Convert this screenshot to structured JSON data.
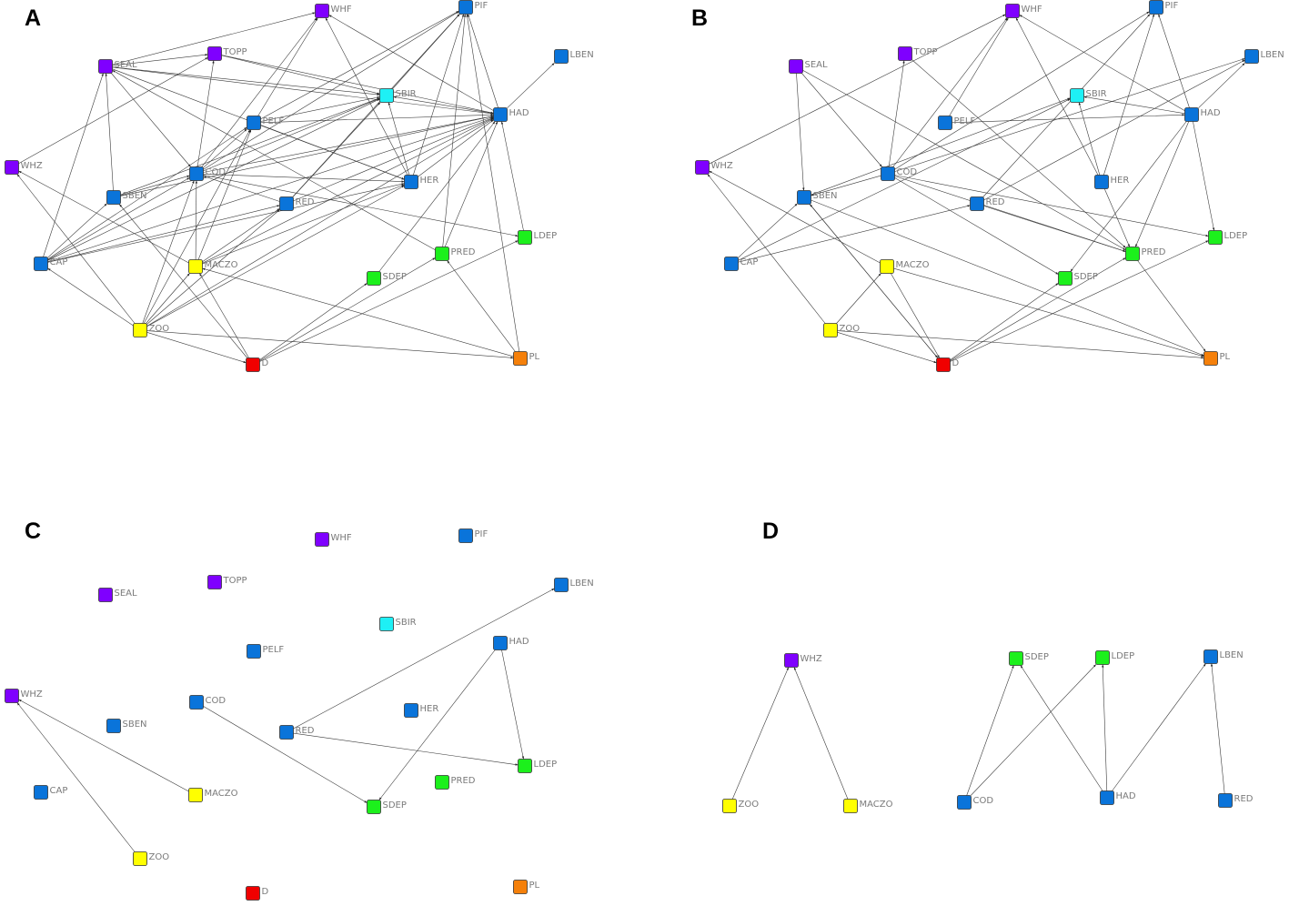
{
  "colors": {
    "purple": "#7F00FF",
    "blue": "#0A74DA",
    "cyan": "#1EF0F5",
    "yellow": "#FFFF00",
    "green": "#1CF01C",
    "red": "#F00000",
    "orange": "#F5800A",
    "edge": "#3a3a3a",
    "label": "#7a7a7a"
  },
  "panels": [
    {
      "letter": "A",
      "nodes": [
        {
          "id": "WHF",
          "color": "purple"
        },
        {
          "id": "PIF",
          "color": "blue"
        },
        {
          "id": "TOPP",
          "color": "purple"
        },
        {
          "id": "SEAL",
          "color": "purple"
        },
        {
          "id": "LBEN",
          "color": "blue"
        },
        {
          "id": "SBIR",
          "color": "cyan"
        },
        {
          "id": "HAD",
          "color": "blue"
        },
        {
          "id": "PELF",
          "color": "blue"
        },
        {
          "id": "WHZ",
          "color": "purple"
        },
        {
          "id": "COD",
          "color": "blue"
        },
        {
          "id": "HER",
          "color": "blue"
        },
        {
          "id": "SBEN",
          "color": "blue"
        },
        {
          "id": "RED",
          "color": "blue"
        },
        {
          "id": "LDEP",
          "color": "green"
        },
        {
          "id": "CAP",
          "color": "blue"
        },
        {
          "id": "PRED",
          "color": "green"
        },
        {
          "id": "MACZO",
          "color": "yellow"
        },
        {
          "id": "SDEP",
          "color": "green"
        },
        {
          "id": "ZOO",
          "color": "yellow"
        },
        {
          "id": "D",
          "color": "red"
        },
        {
          "id": "PL",
          "color": "orange"
        }
      ],
      "edges": [
        [
          "SEAL",
          "TOPP"
        ],
        [
          "SEAL",
          "WHF"
        ],
        [
          "SEAL",
          "SBIR"
        ],
        [
          "SEAL",
          "HAD"
        ],
        [
          "SEAL",
          "HER"
        ],
        [
          "SEAL",
          "COD"
        ],
        [
          "TOPP",
          "SBIR"
        ],
        [
          "TOPP",
          "HAD"
        ],
        [
          "PELF",
          "WHF"
        ],
        [
          "PELF",
          "PIF"
        ],
        [
          "PELF",
          "SBIR"
        ],
        [
          "PELF",
          "HAD"
        ],
        [
          "PELF",
          "HER"
        ],
        [
          "COD",
          "WHF"
        ],
        [
          "COD",
          "PIF"
        ],
        [
          "COD",
          "PELF"
        ],
        [
          "COD",
          "SBIR"
        ],
        [
          "COD",
          "HAD"
        ],
        [
          "COD",
          "HER"
        ],
        [
          "COD",
          "TOPP"
        ],
        [
          "COD",
          "LDEP"
        ],
        [
          "HER",
          "WHF"
        ],
        [
          "HER",
          "PIF"
        ],
        [
          "HER",
          "SBIR"
        ],
        [
          "HER",
          "HAD"
        ],
        [
          "HAD",
          "WHF"
        ],
        [
          "HAD",
          "PIF"
        ],
        [
          "HAD",
          "LBEN"
        ],
        [
          "HAD",
          "SBIR"
        ],
        [
          "SBIR",
          "PIF"
        ],
        [
          "SBEN",
          "SEAL"
        ],
        [
          "SBEN",
          "COD"
        ],
        [
          "SBEN",
          "SBIR"
        ],
        [
          "SBEN",
          "HAD"
        ],
        [
          "RED",
          "SBIR"
        ],
        [
          "RED",
          "HAD"
        ],
        [
          "RED",
          "COD"
        ],
        [
          "RED",
          "PIF"
        ],
        [
          "WHZ",
          "TOPP"
        ],
        [
          "CAP",
          "SEAL"
        ],
        [
          "CAP",
          "SBEN"
        ],
        [
          "CAP",
          "COD"
        ],
        [
          "CAP",
          "PELF"
        ],
        [
          "CAP",
          "RED"
        ],
        [
          "CAP",
          "HER"
        ],
        [
          "CAP",
          "HAD"
        ],
        [
          "CAP",
          "SBIR"
        ],
        [
          "MACZO",
          "WHZ"
        ],
        [
          "MACZO",
          "COD"
        ],
        [
          "MACZO",
          "PELF"
        ],
        [
          "MACZO",
          "HER"
        ],
        [
          "MACZO",
          "HAD"
        ],
        [
          "MACZO",
          "RED"
        ],
        [
          "ZOO",
          "CAP"
        ],
        [
          "ZOO",
          "WHZ"
        ],
        [
          "ZOO",
          "COD"
        ],
        [
          "ZOO",
          "MACZO"
        ],
        [
          "ZOO",
          "PELF"
        ],
        [
          "ZOO",
          "RED"
        ],
        [
          "ZOO",
          "HER"
        ],
        [
          "ZOO",
          "HAD"
        ],
        [
          "ZOO",
          "PL"
        ],
        [
          "ZOO",
          "D"
        ],
        [
          "D",
          "MACZO"
        ],
        [
          "D",
          "SBEN"
        ],
        [
          "D",
          "SDEP"
        ],
        [
          "D",
          "PRED"
        ],
        [
          "D",
          "LDEP"
        ],
        [
          "PRED",
          "PIF"
        ],
        [
          "PRED",
          "HAD"
        ],
        [
          "PRED",
          "SEAL"
        ],
        [
          "SDEP",
          "HAD"
        ],
        [
          "LDEP",
          "HAD"
        ],
        [
          "PL",
          "PRED"
        ],
        [
          "PL",
          "MACZO"
        ],
        [
          "PL",
          "PIF"
        ]
      ]
    },
    {
      "letter": "B",
      "nodes": [
        {
          "id": "WHF",
          "color": "purple"
        },
        {
          "id": "PIF",
          "color": "blue"
        },
        {
          "id": "TOPP",
          "color": "purple"
        },
        {
          "id": "SEAL",
          "color": "purple"
        },
        {
          "id": "LBEN",
          "color": "blue"
        },
        {
          "id": "SBIR",
          "color": "cyan"
        },
        {
          "id": "HAD",
          "color": "blue"
        },
        {
          "id": "PELF",
          "color": "blue"
        },
        {
          "id": "WHZ",
          "color": "purple"
        },
        {
          "id": "COD",
          "color": "blue"
        },
        {
          "id": "HER",
          "color": "blue"
        },
        {
          "id": "SBEN",
          "color": "blue"
        },
        {
          "id": "RED",
          "color": "blue"
        },
        {
          "id": "LDEP",
          "color": "green"
        },
        {
          "id": "CAP",
          "color": "blue"
        },
        {
          "id": "PRED",
          "color": "green"
        },
        {
          "id": "MACZO",
          "color": "yellow"
        },
        {
          "id": "SDEP",
          "color": "green"
        },
        {
          "id": "ZOO",
          "color": "yellow"
        },
        {
          "id": "D",
          "color": "red"
        },
        {
          "id": "PL",
          "color": "orange"
        }
      ],
      "edges": [
        [
          "SEAL",
          "SBEN"
        ],
        [
          "SEAL",
          "PRED"
        ],
        [
          "SEAL",
          "COD"
        ],
        [
          "WHZ",
          "WHF"
        ],
        [
          "COD",
          "TOPP"
        ],
        [
          "COD",
          "WHF"
        ],
        [
          "COD",
          "PIF"
        ],
        [
          "COD",
          "LBEN"
        ],
        [
          "COD",
          "SDEP"
        ],
        [
          "COD",
          "PRED"
        ],
        [
          "COD",
          "LDEP"
        ],
        [
          "COD",
          "SBEN"
        ],
        [
          "PELF",
          "HAD"
        ],
        [
          "PELF",
          "WHF"
        ],
        [
          "TOPP",
          "PRED"
        ],
        [
          "HAD",
          "WHF"
        ],
        [
          "HAD",
          "PIF"
        ],
        [
          "HAD",
          "LBEN"
        ],
        [
          "HAD",
          "SBIR"
        ],
        [
          "HAD",
          "LDEP"
        ],
        [
          "HAD",
          "SDEP"
        ],
        [
          "HAD",
          "PRED"
        ],
        [
          "HER",
          "WHF"
        ],
        [
          "HER",
          "PIF"
        ],
        [
          "HER",
          "SBIR"
        ],
        [
          "HER",
          "PRED"
        ],
        [
          "RED",
          "PIF"
        ],
        [
          "RED",
          "LBEN"
        ],
        [
          "RED",
          "PRED"
        ],
        [
          "SBEN",
          "D"
        ],
        [
          "SBEN",
          "SBIR"
        ],
        [
          "CAP",
          "SBEN"
        ],
        [
          "CAP",
          "RED"
        ],
        [
          "CAP",
          "SBIR"
        ],
        [
          "MACZO",
          "D"
        ],
        [
          "MACZO",
          "PL"
        ],
        [
          "MACZO",
          "WHZ"
        ],
        [
          "ZOO",
          "MACZO"
        ],
        [
          "ZOO",
          "D"
        ],
        [
          "ZOO",
          "PL"
        ],
        [
          "ZOO",
          "WHZ"
        ],
        [
          "D",
          "SDEP"
        ],
        [
          "D",
          "LDEP"
        ],
        [
          "D",
          "PRED"
        ],
        [
          "D",
          "SBEN"
        ],
        [
          "PRED",
          "PL"
        ],
        [
          "SBEN",
          "PL"
        ]
      ]
    },
    {
      "letter": "C",
      "nodes": [
        {
          "id": "WHF",
          "color": "purple"
        },
        {
          "id": "PIF",
          "color": "blue"
        },
        {
          "id": "TOPP",
          "color": "purple"
        },
        {
          "id": "SEAL",
          "color": "purple"
        },
        {
          "id": "LBEN",
          "color": "blue"
        },
        {
          "id": "SBIR",
          "color": "cyan"
        },
        {
          "id": "HAD",
          "color": "blue"
        },
        {
          "id": "PELF",
          "color": "blue"
        },
        {
          "id": "WHZ",
          "color": "purple"
        },
        {
          "id": "COD",
          "color": "blue"
        },
        {
          "id": "HER",
          "color": "blue"
        },
        {
          "id": "SBEN",
          "color": "blue"
        },
        {
          "id": "RED",
          "color": "blue"
        },
        {
          "id": "LDEP",
          "color": "green"
        },
        {
          "id": "CAP",
          "color": "blue"
        },
        {
          "id": "PRED",
          "color": "green"
        },
        {
          "id": "MACZO",
          "color": "yellow"
        },
        {
          "id": "SDEP",
          "color": "green"
        },
        {
          "id": "ZOO",
          "color": "yellow"
        },
        {
          "id": "D",
          "color": "red"
        },
        {
          "id": "PL",
          "color": "orange"
        }
      ],
      "edges": [
        [
          "MACZO",
          "WHZ"
        ],
        [
          "ZOO",
          "WHZ"
        ],
        [
          "COD",
          "SDEP"
        ],
        [
          "RED",
          "LBEN"
        ],
        [
          "RED",
          "LDEP"
        ],
        [
          "HAD",
          "SDEP"
        ],
        [
          "HAD",
          "LDEP"
        ]
      ]
    },
    {
      "letter": "D",
      "nodes": [
        {
          "id": "WHZ",
          "color": "purple"
        },
        {
          "id": "SDEP",
          "color": "green"
        },
        {
          "id": "LDEP",
          "color": "green"
        },
        {
          "id": "LBEN",
          "color": "blue"
        },
        {
          "id": "ZOO",
          "color": "yellow"
        },
        {
          "id": "MACZO",
          "color": "yellow"
        },
        {
          "id": "COD",
          "color": "blue"
        },
        {
          "id": "HAD",
          "color": "blue"
        },
        {
          "id": "RED",
          "color": "blue"
        }
      ],
      "edges": [
        [
          "ZOO",
          "WHZ"
        ],
        [
          "MACZO",
          "WHZ"
        ],
        [
          "COD",
          "SDEP"
        ],
        [
          "COD",
          "LDEP"
        ],
        [
          "HAD",
          "SDEP"
        ],
        [
          "HAD",
          "LDEP"
        ],
        [
          "HAD",
          "LBEN"
        ],
        [
          "RED",
          "LBEN"
        ]
      ]
    }
  ]
}
